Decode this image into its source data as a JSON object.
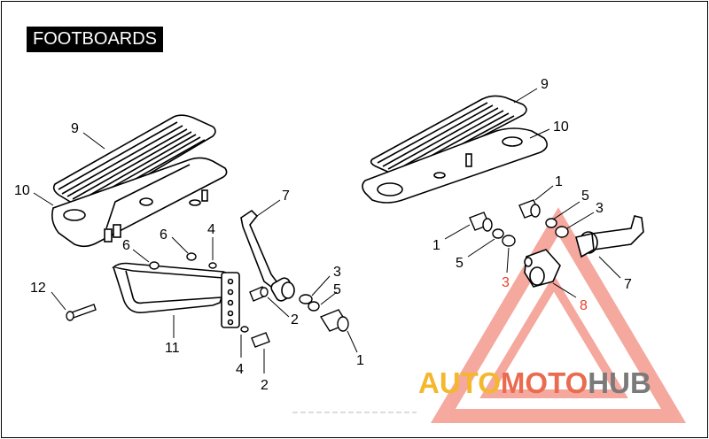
{
  "title": "FOOTBOARDS",
  "callouts": {
    "left_9": "9",
    "left_10": "10",
    "left_7": "7",
    "left_6a": "6",
    "left_6b": "6",
    "left_4a": "4",
    "left_4b": "4",
    "left_12": "12",
    "left_11": "11",
    "left_2a": "2",
    "left_2b": "2",
    "left_3": "3",
    "left_5": "5",
    "left_1": "1",
    "right_9": "9",
    "right_10": "10",
    "right_1a": "1",
    "right_5a": "5",
    "right_3a": "3",
    "right_1b": "1",
    "right_5b": "5",
    "right_3b": "3",
    "right_7": "7",
    "right_8": "8"
  },
  "watermark": {
    "part1": "AUTO",
    "part2": "MOTO",
    "part3": "HUB"
  },
  "colors": {
    "line": "#000000",
    "red": "#e8412b",
    "wm_yellow": "#f5b72c",
    "wm_orange": "#ea6b4f",
    "wm_gray": "#7a7a7a"
  }
}
